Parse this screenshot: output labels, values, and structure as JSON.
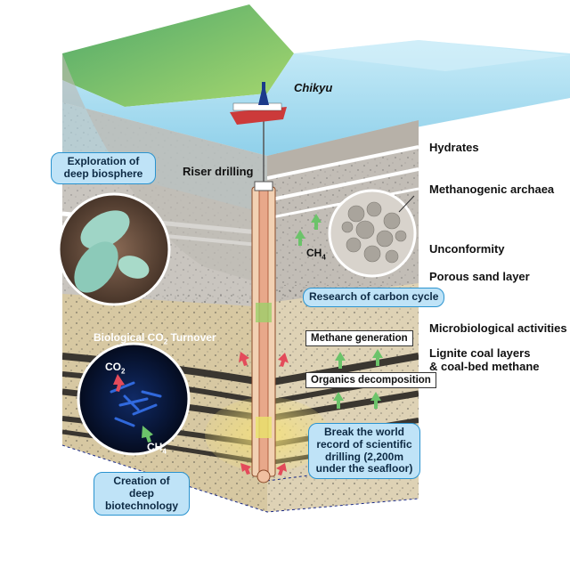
{
  "labels": {
    "chikyu": "Chikyu",
    "riser": "Riser drilling",
    "hydrates": "Hydrates",
    "archaea": "Methanogenic archaea",
    "unconformity": "Unconformity",
    "sand": "Porous sand layer",
    "micro": "Microbiological activities",
    "lignite_1": "Lignite coal layers",
    "lignite_2": "& coal-bed methane",
    "ch4_mid": "CH",
    "ch4_mid_sub": "4",
    "bio_turnover": "Biological CO",
    "bio_turnover_sub": "2",
    "bio_turnover_end": " Turnover",
    "co2": "CO",
    "co2_sub": "2",
    "ch4_circle": "CH",
    "ch4_circle_sub": "4"
  },
  "callouts": {
    "exploration": "Exploration of deep biosphere",
    "carbon": "Research of carbon cycle",
    "record": "Break the world record of scientific drilling (2,200m under the seafloor)",
    "biotech": "Creation of deep biotechnology"
  },
  "boxes": {
    "methane": "Methane generation",
    "organics": "Organics decomposition"
  },
  "colors": {
    "sea": "#a9dcef",
    "land": "#6ebf6a",
    "callout_fill": "#bfe3f7",
    "callout_border": "#2a93cf",
    "arrow_green": "#6cc36a",
    "arrow_red": "#e34b5a"
  }
}
